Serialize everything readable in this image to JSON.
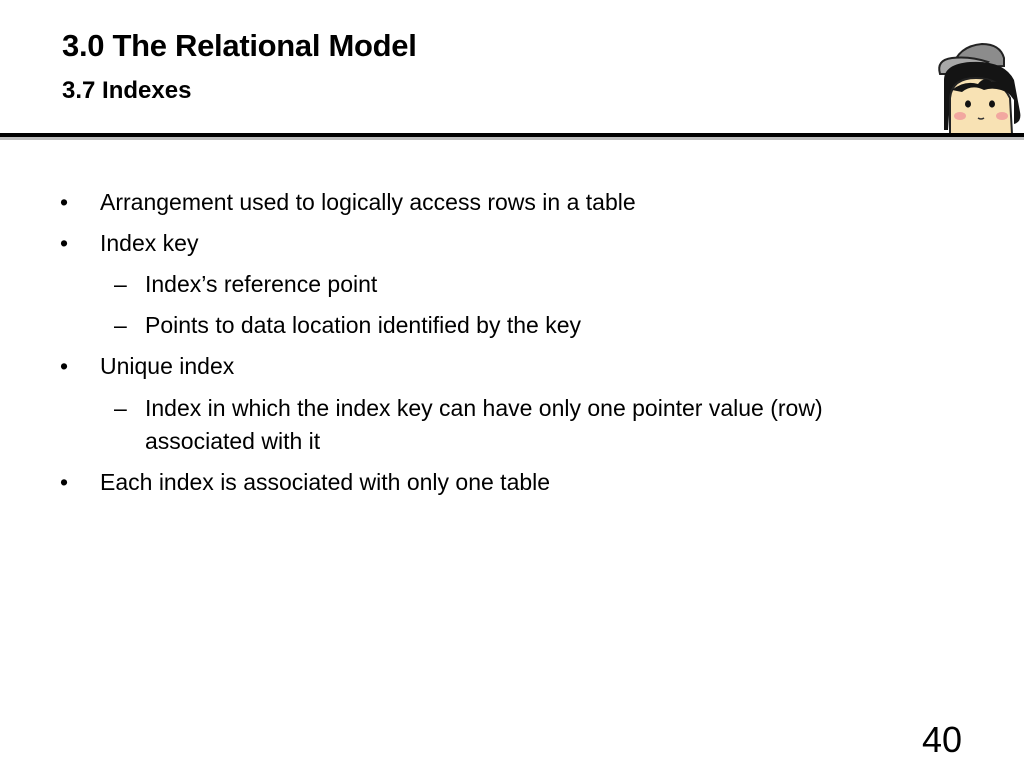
{
  "header": {
    "title": "3.0 The Relational Model",
    "subtitle": "3.7 Indexes"
  },
  "bullets": [
    {
      "marker": "•",
      "text": "Arrangement used to logically access rows in a table"
    },
    {
      "marker": "•",
      "text": "Index key"
    },
    {
      "marker": "–",
      "text": "Index’s reference point"
    },
    {
      "marker": "–",
      "text": "Points to data location identified by the key"
    },
    {
      "marker": "•",
      "text": "Unique index"
    },
    {
      "marker": "–",
      "text": "Index in which the index key can have only one pointer value (row)"
    },
    {
      "marker": "",
      "text": "associated with it"
    },
    {
      "marker": "•",
      "text": "Each index is associated with only one table"
    }
  ],
  "footer": {
    "page_number": "40"
  },
  "icons": {
    "avatar": "cartoon-character-icon"
  }
}
